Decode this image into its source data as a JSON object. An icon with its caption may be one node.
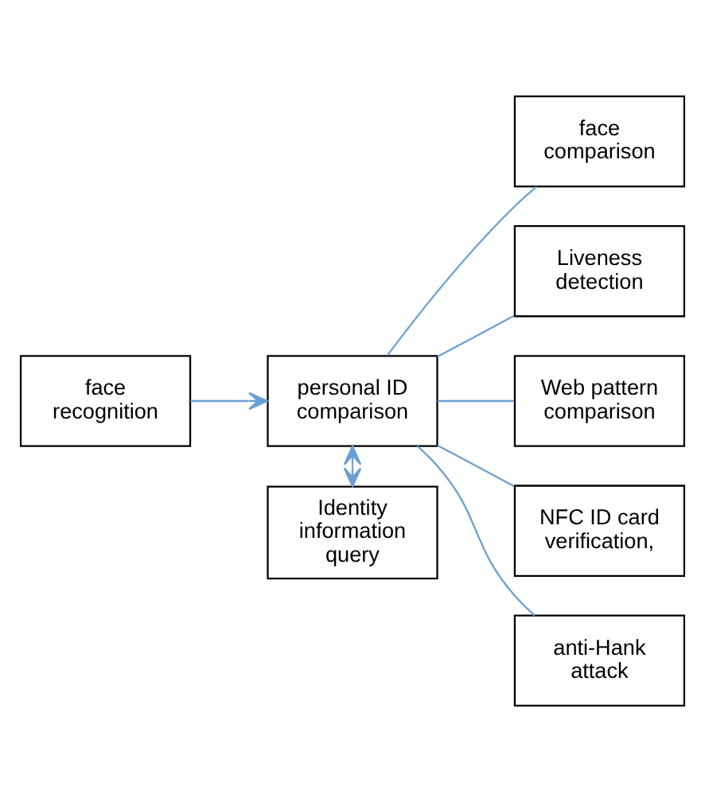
{
  "diagram": {
    "nodes": [
      {
        "text": [
          "face recognition"
        ]
      },
      {
        "text": [
          "personal ID comparison"
        ]
      },
      {
        "text": [
          "Identity information query"
        ]
      },
      {
        "text": [
          "face comparison"
        ]
      },
      {
        "text": [
          "Liveness detection"
        ]
      },
      {
        "text": [
          "Web pattern comparison"
        ]
      },
      {
        "text": [
          "NFC ID card verification,"
        ]
      },
      {
        "text": [
          "anti-Hank attack"
        ]
      }
    ],
    "edges": [
      {
        "from": 0,
        "to": 1,
        "arrow": "to"
      },
      {
        "from": 1,
        "to": 2,
        "arrow": "both"
      },
      {
        "from": 1,
        "to": 3,
        "arrow": "none"
      },
      {
        "from": 1,
        "to": 4,
        "arrow": "none"
      },
      {
        "from": 1,
        "to": 5,
        "arrow": "none"
      },
      {
        "from": 1,
        "to": 6,
        "arrow": "none"
      },
      {
        "from": 1,
        "to": 7,
        "arrow": "none"
      }
    ]
  }
}
